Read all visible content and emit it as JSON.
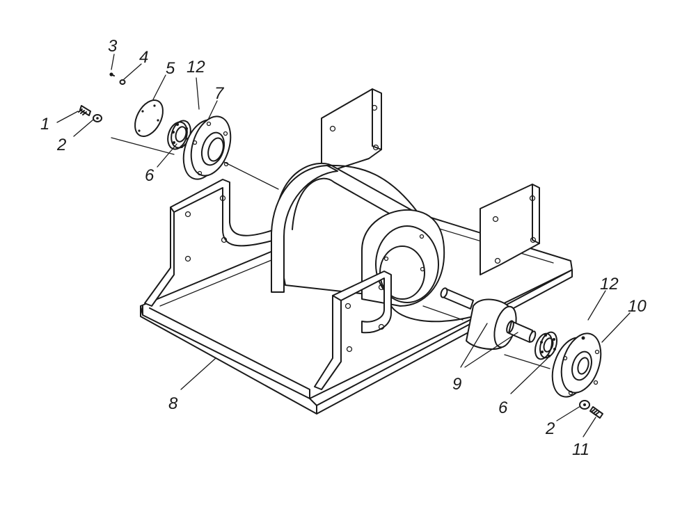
{
  "diagram": {
    "callouts": [
      "1",
      "2",
      "3",
      "4",
      "5",
      "6",
      "7",
      "8",
      "9",
      "10",
      "11",
      "12"
    ]
  },
  "labels": {
    "l1": "1",
    "l2a": "2",
    "l3": "3",
    "l4": "4",
    "l5": "5",
    "l12a": "12",
    "l7": "7",
    "l6a": "6",
    "l8": "8",
    "l9": "9",
    "l6b": "6",
    "l12b": "12",
    "l10": "10",
    "l2b": "2",
    "l11": "11"
  }
}
